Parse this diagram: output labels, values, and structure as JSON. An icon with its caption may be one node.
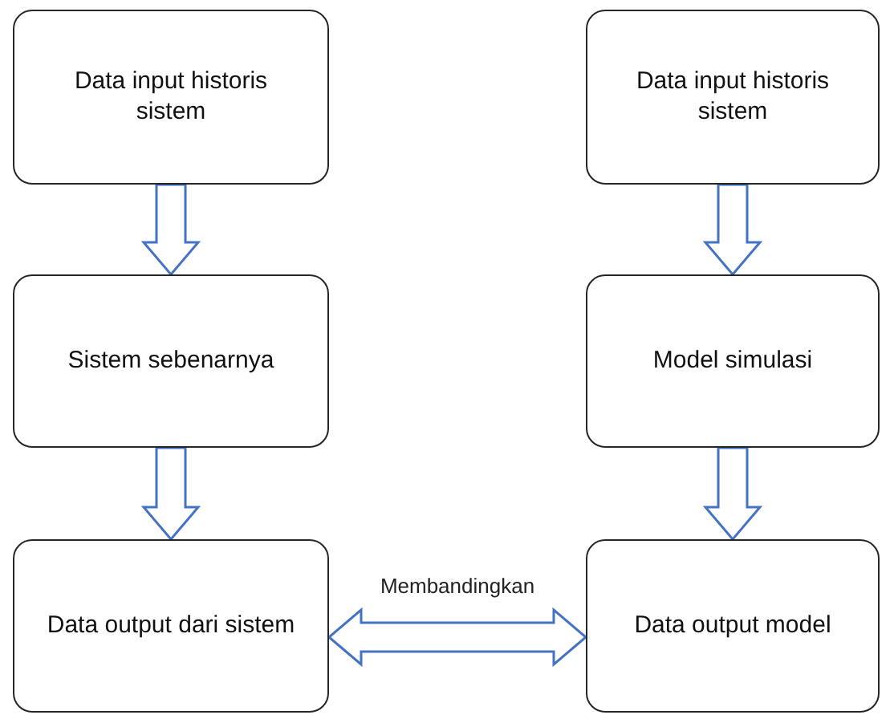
{
  "diagram": {
    "nodes": [
      {
        "text": [
          "Data input historis sistem"
        ]
      },
      {
        "text": [
          "Sistem sebenarnya"
        ]
      },
      {
        "text": [
          "Data output dari sistem"
        ]
      },
      {
        "text": [
          "Data input historis sistem"
        ]
      },
      {
        "text": [
          "Model simulasi"
        ]
      },
      {
        "text": [
          "Data output model"
        ]
      }
    ],
    "edges": [
      {
        "from": 0,
        "to": 1,
        "arrow": "to"
      },
      {
        "from": 1,
        "to": 2,
        "arrow": "to"
      },
      {
        "from": 3,
        "to": 4,
        "arrow": "to"
      },
      {
        "from": 4,
        "to": 5,
        "arrow": "to"
      },
      {
        "from": 2,
        "to": 5,
        "arrow": "both",
        "label": "Membandingkan"
      }
    ]
  }
}
